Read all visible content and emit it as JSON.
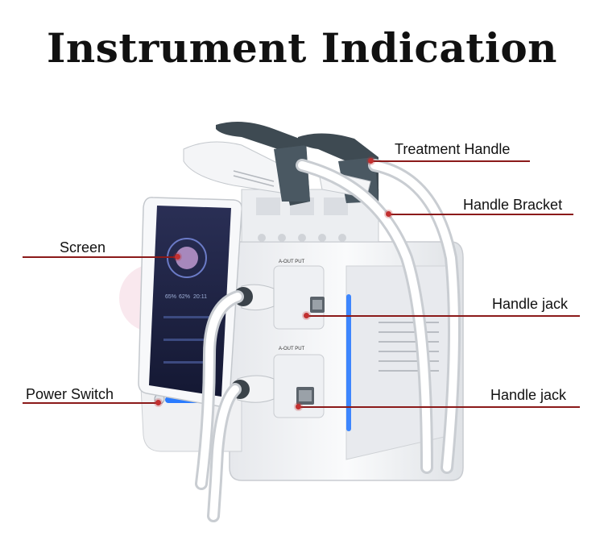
{
  "title": "Instrument Indication",
  "labels": {
    "treatment_handle": "Treatment Handle",
    "handle_bracket": "Handle Bracket",
    "screen": "Screen",
    "handle_jack_1": "Handle jack",
    "power_switch": "Power Switch",
    "handle_jack_2": "Handle jack"
  },
  "device": {
    "jack_tag_upper": "A-OUT PUT",
    "jack_tag_lower": "A-OUT PUT",
    "screen_readout_1": "65%",
    "screen_readout_2": "62%",
    "screen_readout_3": "20:11"
  },
  "colors": {
    "leader_line": "#8b1a1a",
    "leader_dot": "#c23030",
    "device_body": "#f2f3f5",
    "screen_bg": "#1a1f3a",
    "blue_light": "#2a7bff",
    "handle_dark": "#3e4a52"
  }
}
